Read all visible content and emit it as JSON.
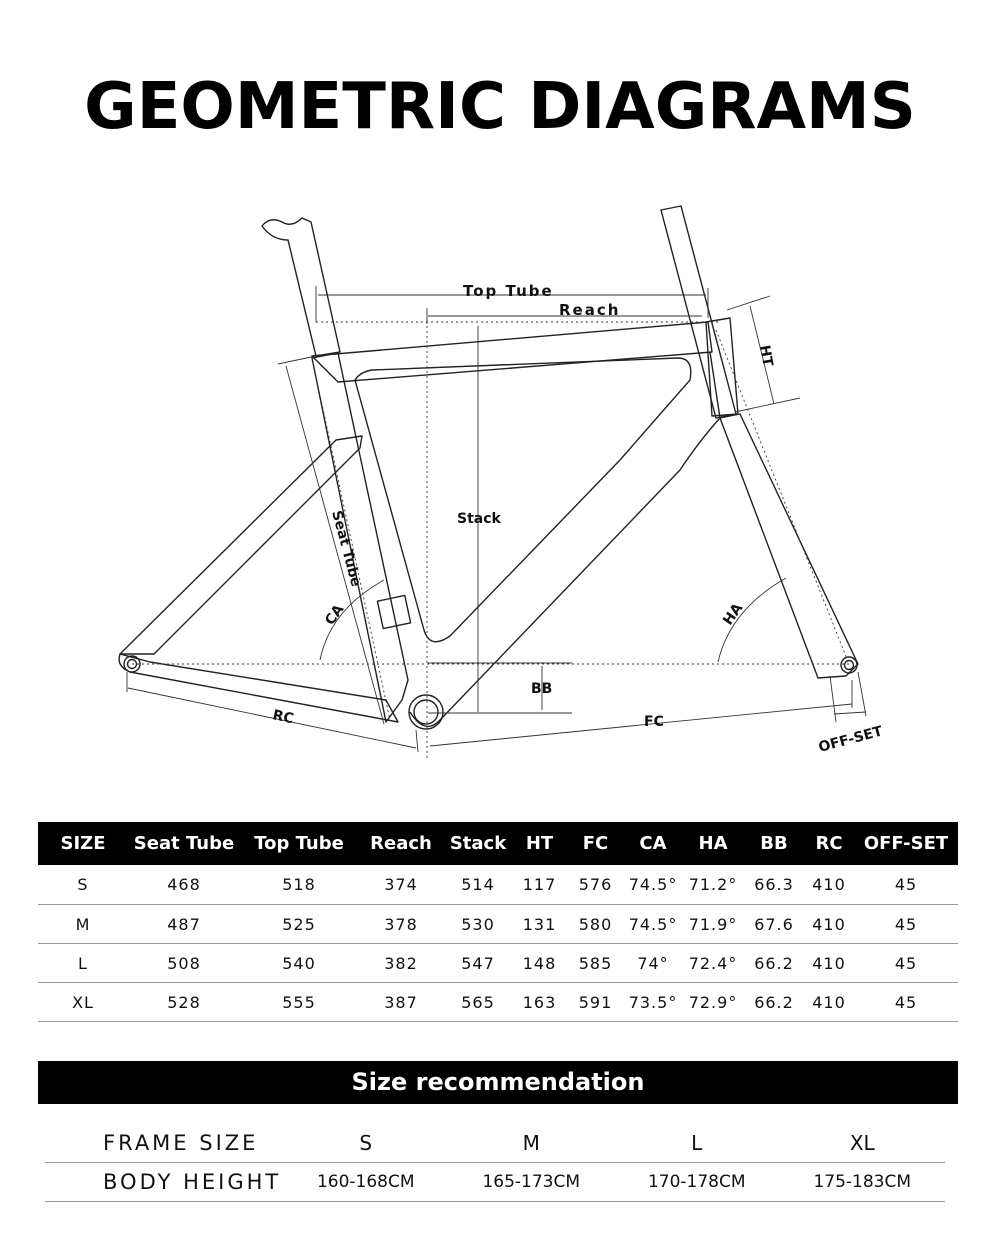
{
  "title": "GEOMETRIC DIAGRAMS",
  "diagram_labels": {
    "top_tube": "Top Tube",
    "reach": "Reach",
    "ht": "HT",
    "stack": "Stack",
    "seat_tube": "Seat Tube",
    "ca": "CA",
    "ha": "HA",
    "bb": "BB",
    "rc": "RC",
    "fc": "FC",
    "offset": "OFF-SET"
  },
  "geometry_table": {
    "headers": [
      "SIZE",
      "Seat Tube",
      "Top Tube",
      "Reach",
      "Stack",
      "HT",
      "FC",
      "CA",
      "HA",
      "BB",
      "RC",
      "OFF-SET"
    ],
    "rows": [
      [
        "S",
        "468",
        "518",
        "374",
        "514",
        "117",
        "576",
        "74.5°",
        "71.2°",
        "66.3",
        "410",
        "45"
      ],
      [
        "M",
        "487",
        "525",
        "378",
        "530",
        "131",
        "580",
        "74.5°",
        "71.9°",
        "67.6",
        "410",
        "45"
      ],
      [
        "L",
        "508",
        "540",
        "382",
        "547",
        "148",
        "585",
        "74°",
        "72.4°",
        "66.2",
        "410",
        "45"
      ],
      [
        "XL",
        "528",
        "555",
        "387",
        "565",
        "163",
        "591",
        "73.5°",
        "72.9°",
        "66.2",
        "410",
        "45"
      ]
    ]
  },
  "size_recommendation": {
    "heading": "Size recommendation",
    "frame_size_label": "FRAME SIZE",
    "body_height_label": "BODY HEIGHT",
    "sizes": [
      "S",
      "M",
      "L",
      "XL"
    ],
    "heights": [
      "160-168CM",
      "165-173CM",
      "170-178CM",
      "175-183CM"
    ]
  }
}
